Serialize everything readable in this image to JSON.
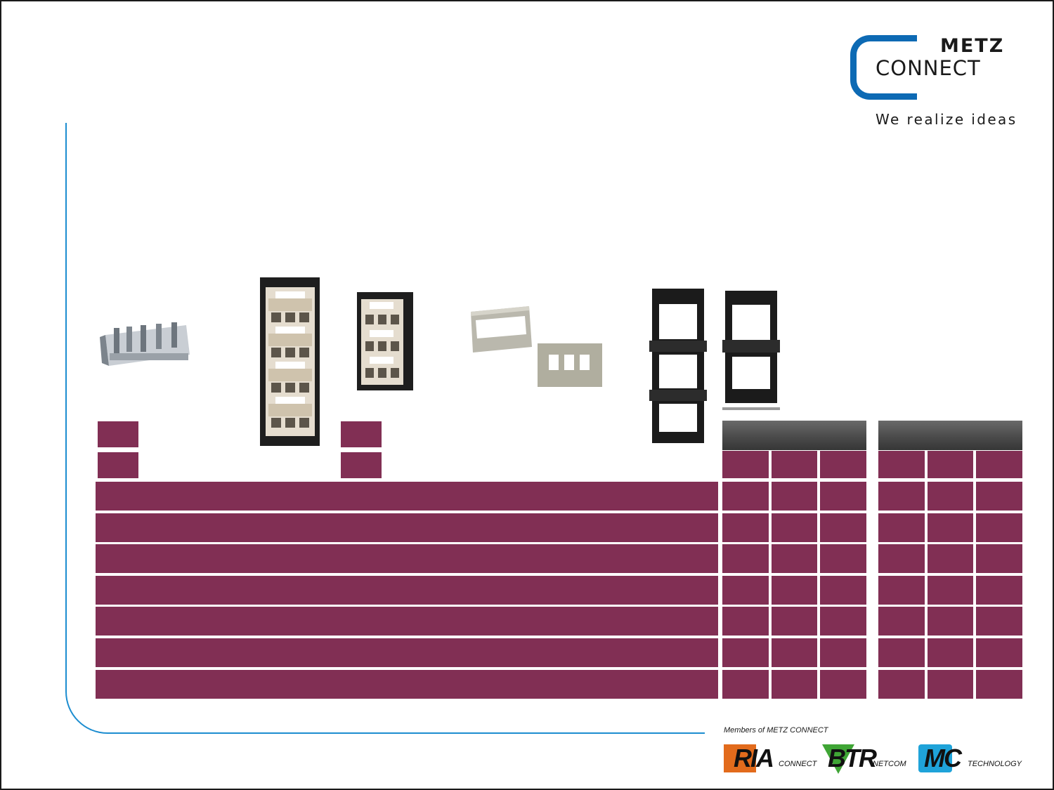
{
  "brand": {
    "metz": "METZ",
    "connect": "CONNECT",
    "tagline": "We realize ideas",
    "color": "#0d6ab4"
  },
  "colors": {
    "accent": "#812f54",
    "line": "#1c8dd0",
    "header_grey": "#4b4b4b"
  },
  "products": [
    {
      "name": "cable-clamp-icon"
    },
    {
      "name": "lc-quad-adapter-module-icon"
    },
    {
      "name": "lc-triple-adapter-module-icon"
    },
    {
      "name": "front-panel-plate-icon"
    },
    {
      "name": "three-port-panel-icon"
    },
    {
      "name": "triple-frame-icon"
    },
    {
      "name": "double-frame-icon"
    }
  ],
  "table": {
    "left_rows": [
      "",
      "",
      "",
      "",
      "",
      "",
      ""
    ],
    "group_a_header": "",
    "group_b_header": "",
    "group_a_cols": [
      "",
      "",
      ""
    ],
    "group_b_cols": [
      "",
      "",
      ""
    ]
  },
  "footer": {
    "members_label": "Members of METZ CONNECT",
    "members": [
      {
        "mark": "RIA",
        "word": "CONNECT",
        "color": "#e26b1c"
      },
      {
        "mark": "BTR",
        "word": "NETCOM",
        "color": "#3fa535"
      },
      {
        "mark": "MC",
        "word": "TECHNOLOGY",
        "color": "#1fa3d9"
      }
    ]
  }
}
